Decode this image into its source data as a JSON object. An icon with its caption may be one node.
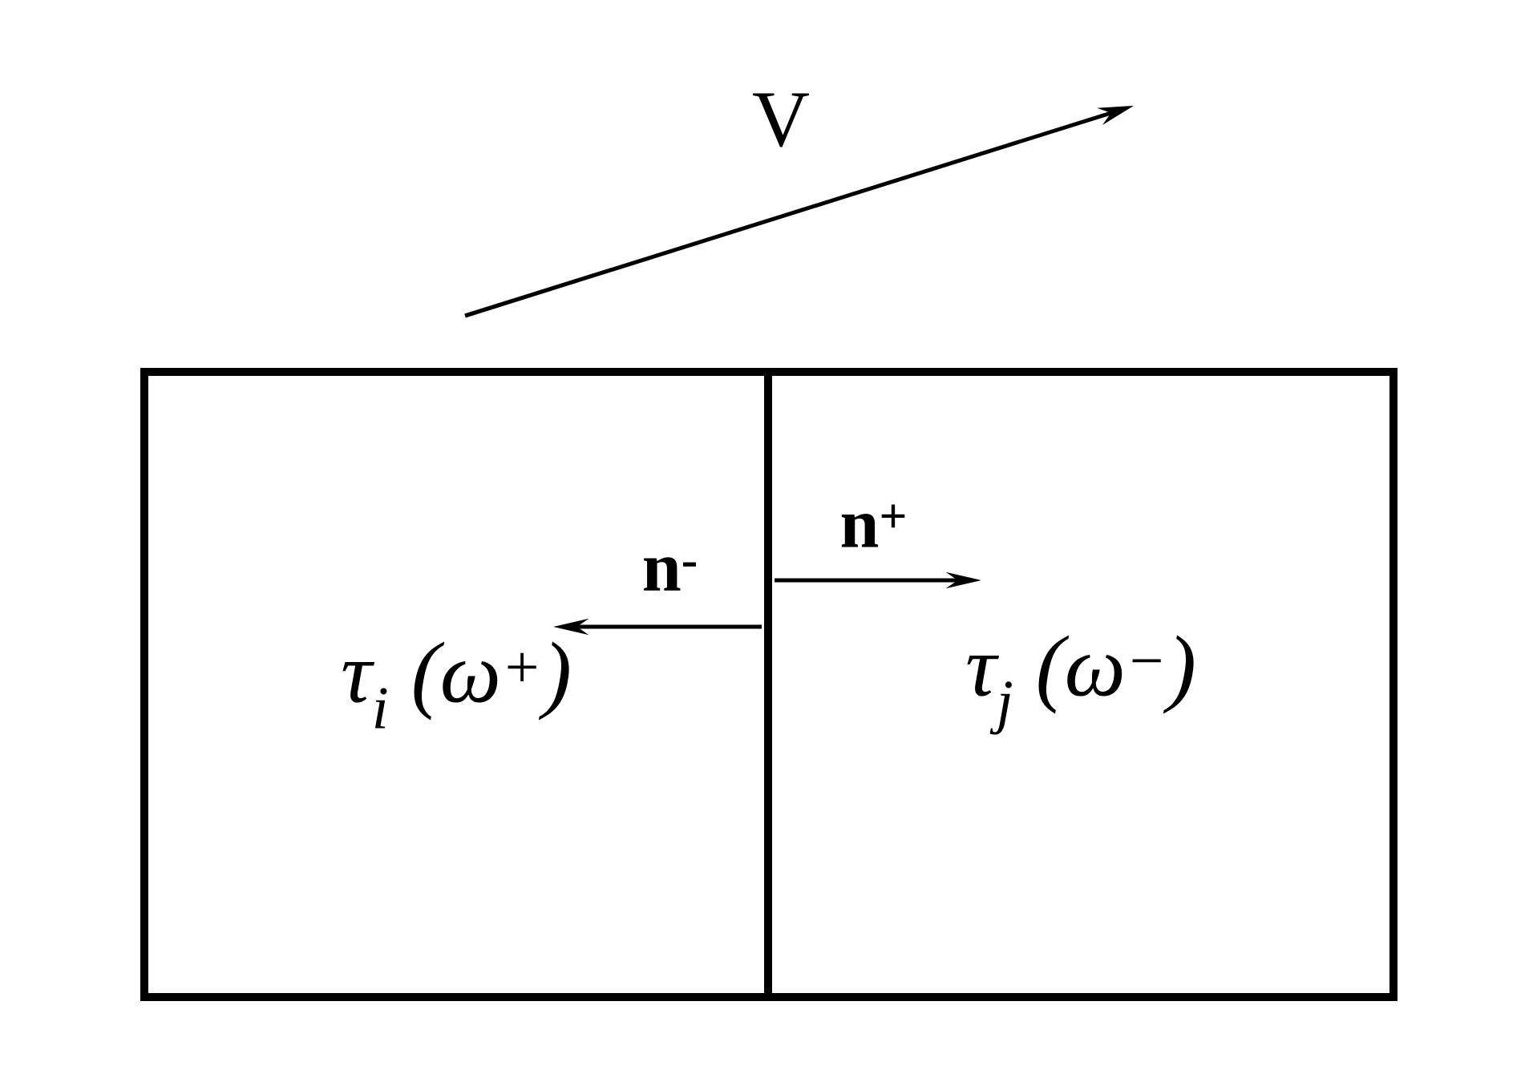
{
  "diagram": {
    "nodes": [
      {
        "text": [
          "τ$_{i}$ (ω$^{+}$)"
        ]
      },
      {
        "text": [
          "τ$_{j}$ (ω$^{−}$)"
        ]
      }
    ],
    "labels": [
      "V",
      "n$^{-}$",
      "n$^{+}$"
    ]
  }
}
